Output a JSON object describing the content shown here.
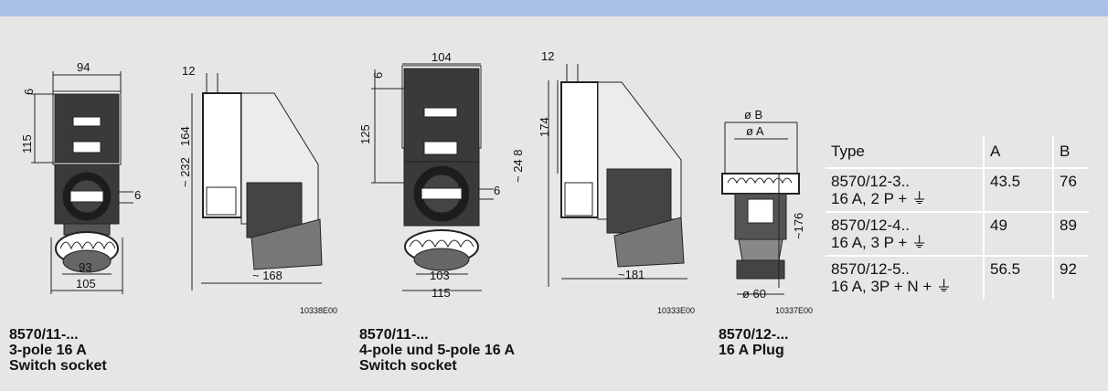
{
  "captions": [
    {
      "code": "8570/11-...",
      "line2": "3-pole 16 A",
      "line3": "Switch socket"
    },
    {
      "code": "8570/11-...",
      "line2": "4-pole und 5-pole 16 A",
      "line3": "Switch socket"
    },
    {
      "code": "8570/12-...",
      "line2": "16 A Plug",
      "line3": ""
    }
  ],
  "drawing_codes": [
    "10338E00",
    "10333E00",
    "10337E00"
  ],
  "dims": {
    "d1": {
      "w94": "94",
      "h6": "6",
      "h115": "115",
      "side6": "6",
      "w93": "93",
      "w105": "105"
    },
    "d2": {
      "w12": "12",
      "h164": "164",
      "h232": "~ 232",
      "w168": "~ 168"
    },
    "d3": {
      "w104": "104",
      "h6": "6",
      "h125": "125",
      "side6": "6",
      "w103": "103",
      "w115": "115"
    },
    "d4": {
      "w12": "12",
      "h174": "174",
      "h248": "~ 24 8",
      "w181": "~181"
    },
    "d5": {
      "B": "ø B",
      "A": "ø A",
      "h176": "~176",
      "d60": "ø 60"
    }
  },
  "table": {
    "headers": [
      "Type",
      "A",
      "B"
    ],
    "rows": [
      {
        "type": "8570/12-3..",
        "desc": "16 A, 2 P + ⏚",
        "a": "43.5",
        "b": "76"
      },
      {
        "type": "8570/12-4..",
        "desc": "16 A, 3 P + ⏚",
        "a": "49",
        "b": "89"
      },
      {
        "type": "8570/12-5..",
        "desc": "16 A, 3P + N + ⏚",
        "a": "56.5",
        "b": "92"
      }
    ]
  }
}
